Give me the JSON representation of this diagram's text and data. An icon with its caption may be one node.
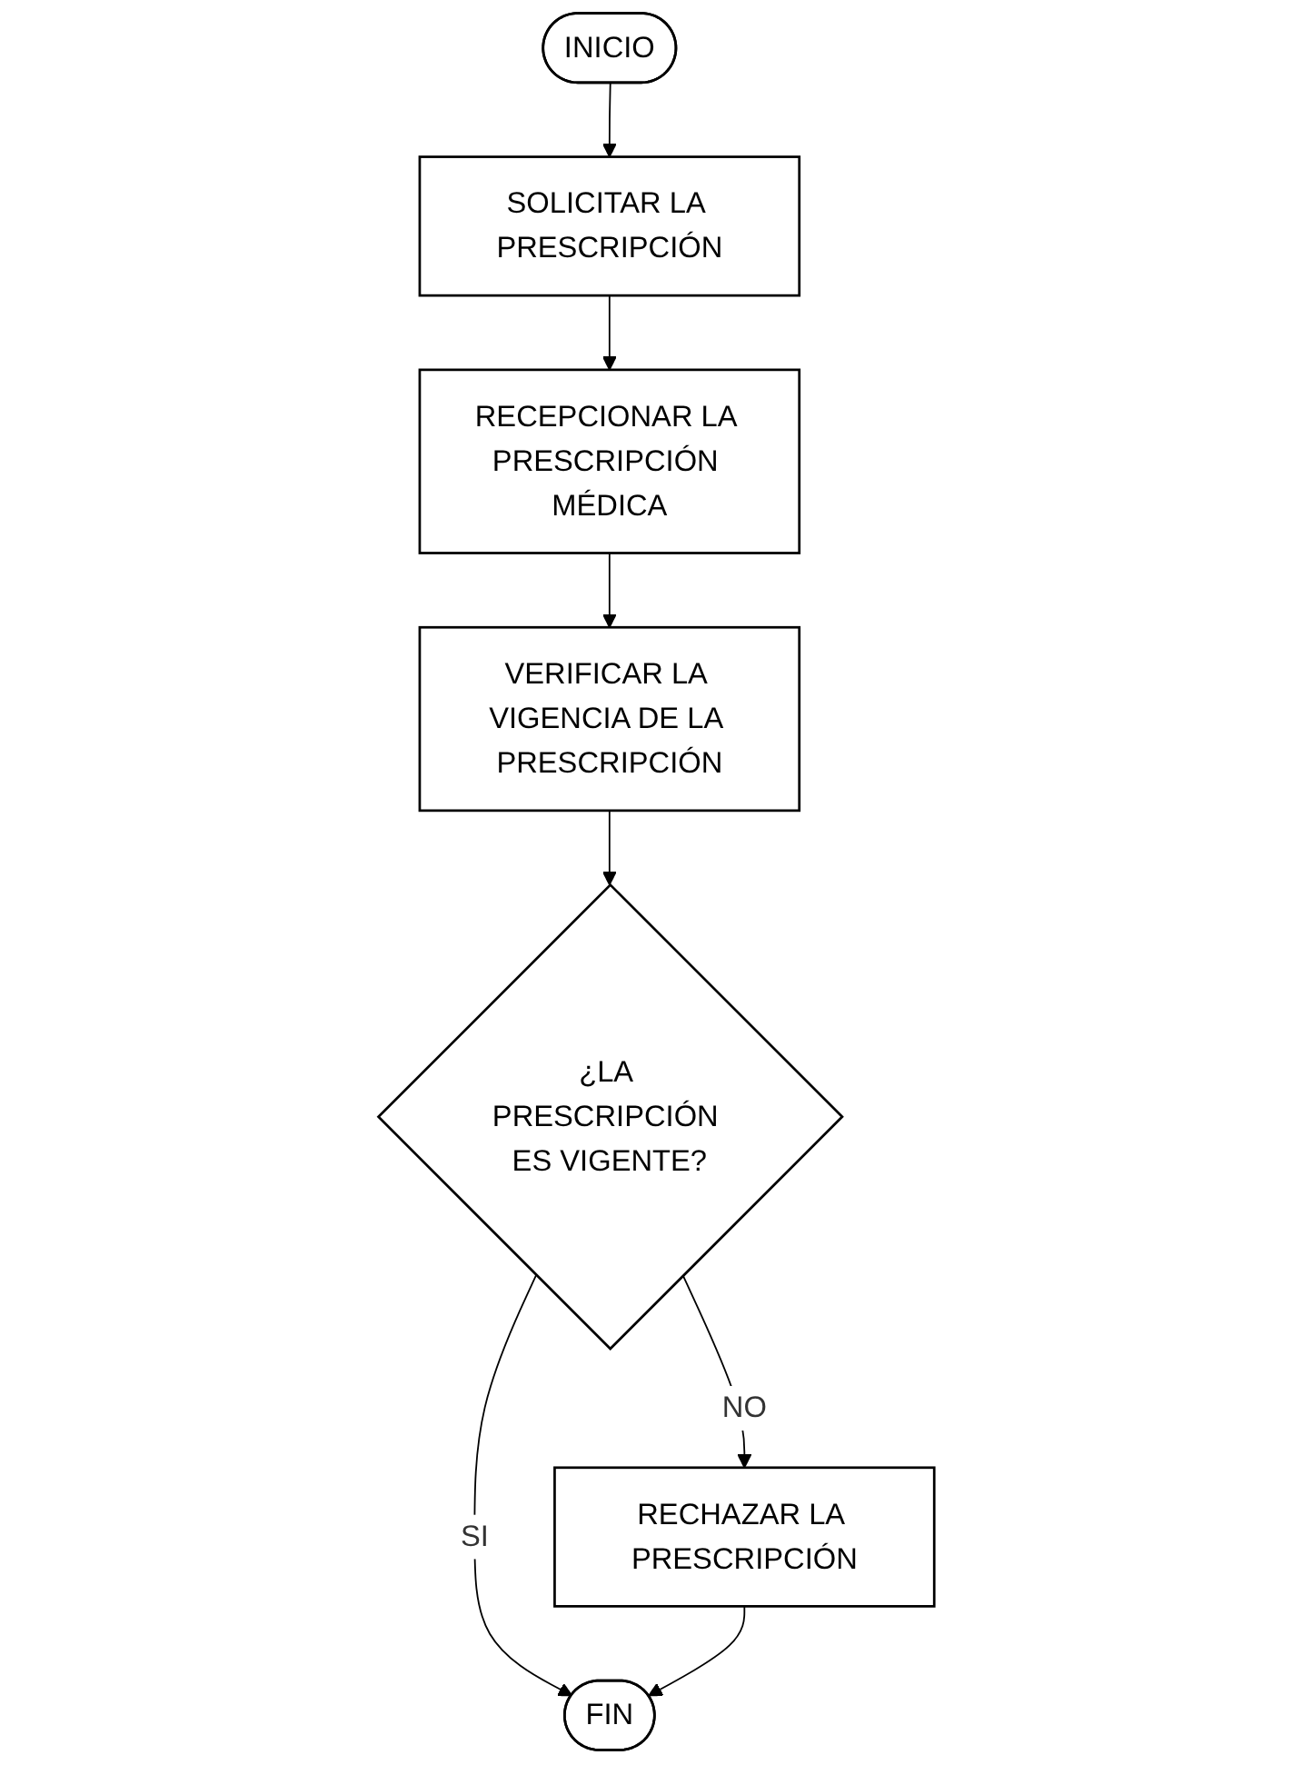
{
  "diagram": {
    "nodes": [
      {
        "text": [
          "INICIO"
        ]
      },
      {
        "text": [
          "SOLICITAR LA PRESCRIPCIÓN"
        ]
      },
      {
        "text": [
          "RECEPCIONAR LA PRESCRIPCIÓN MÉDICA"
        ]
      },
      {
        "text": [
          "VERIFICAR LA VIGENCIA DE LA PRESCRIPCIÓN"
        ]
      },
      {
        "text": [
          "¿LA PRESCRIPCIÓN ES VIGENTE?"
        ]
      },
      {
        "text": [
          "RECHAZAR LA PRESCRIPCIÓN"
        ]
      },
      {
        "text": [
          "FIN"
        ]
      }
    ],
    "edges": [
      {
        "from": 0,
        "to": 1,
        "arrow": "to"
      },
      {
        "from": 1,
        "to": 2,
        "arrow": "to"
      },
      {
        "from": 2,
        "to": 3,
        "arrow": "to"
      },
      {
        "from": 3,
        "to": 4,
        "arrow": "to"
      },
      {
        "from": 4,
        "to": 5,
        "arrow": "to",
        "label": "NO"
      },
      {
        "from": 4,
        "to": 6,
        "arrow": "to",
        "label": "SI"
      },
      {
        "from": 5,
        "to": 6,
        "arrow": "to"
      }
    ]
  }
}
